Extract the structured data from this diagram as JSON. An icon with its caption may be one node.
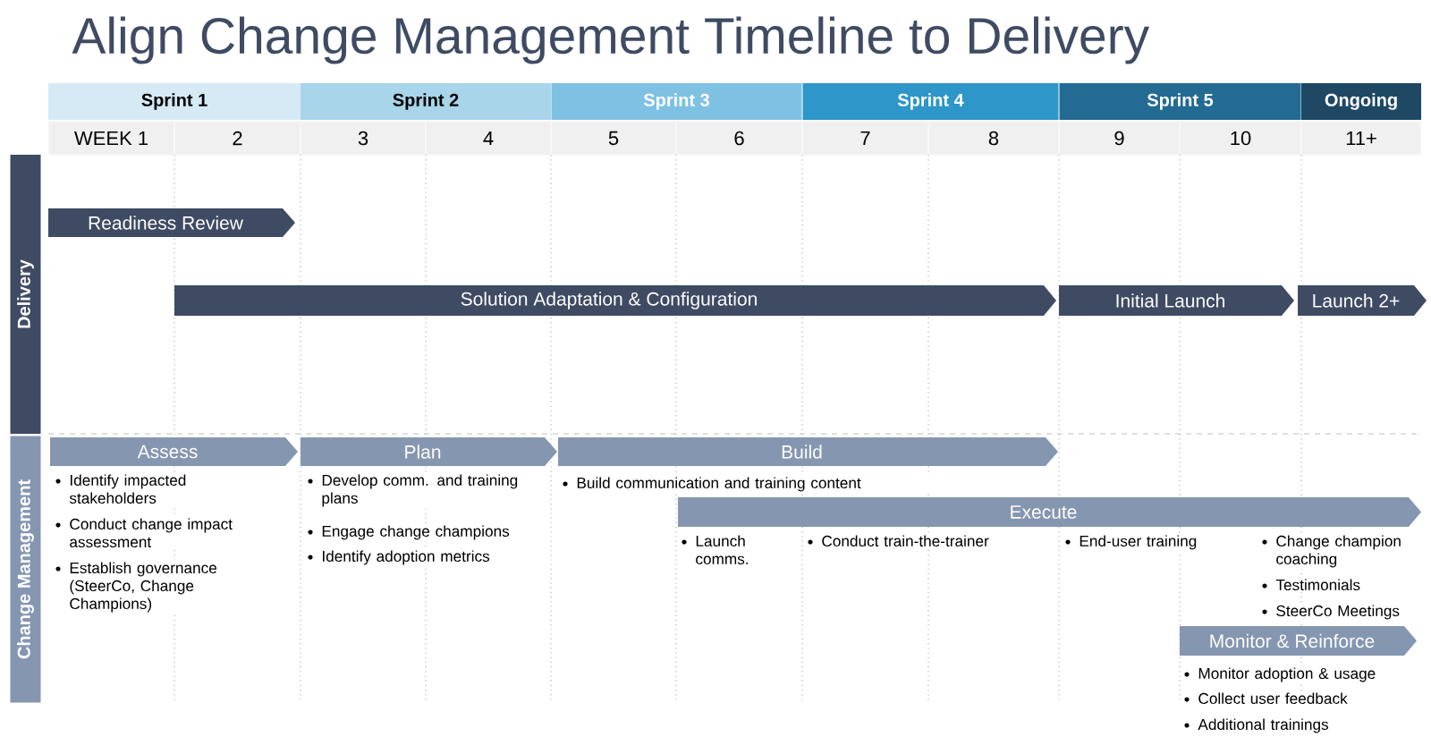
{
  "diagram": {
    "title": "Align Change Management Timeline to Delivery",
    "nodes": [
      {
        "text": [
          "Sprint 1"
        ]
      },
      {
        "text": [
          "Sprint 2"
        ]
      },
      {
        "text": [
          "Sprint 3"
        ]
      },
      {
        "text": [
          "Sprint 4"
        ]
      },
      {
        "text": [
          "Sprint 5"
        ]
      },
      {
        "text": [
          "Ongoing"
        ]
      },
      {
        "text": [
          "WEEK 1"
        ]
      },
      {
        "text": [
          "2"
        ]
      },
      {
        "text": [
          "3"
        ]
      },
      {
        "text": [
          "4"
        ]
      },
      {
        "text": [
          "5"
        ]
      },
      {
        "text": [
          "6"
        ]
      },
      {
        "text": [
          "7"
        ]
      },
      {
        "text": [
          "8"
        ]
      },
      {
        "text": [
          "9"
        ]
      },
      {
        "text": [
          "10"
        ]
      },
      {
        "text": [
          "11+"
        ]
      },
      {
        "text": [
          "Delivery"
        ]
      },
      {
        "text": [
          "Change Management"
        ]
      },
      {
        "text": [
          "Readiness Review"
        ]
      },
      {
        "text": [
          "Solution Adaptation & Configuration"
        ]
      },
      {
        "text": [
          "Initial Launch"
        ]
      },
      {
        "text": [
          "Launch 2+"
        ]
      },
      {
        "text": [
          "Assess"
        ],
        "beside": [
          "Identify impacted stakeholders",
          "Conduct change impact assessment",
          "Establish governance (SteerCo, Change Champions)"
        ]
      },
      {
        "text": [
          "Plan"
        ],
        "beside": [
          "Develop comm. and training plans",
          "Engage change champions",
          "Identify adoption metrics"
        ]
      },
      {
        "text": [
          "Build"
        ],
        "beside": [
          "Build communication and training content"
        ]
      },
      {
        "text": [
          "Execute"
        ],
        "beside": [
          "Launch comms.",
          "Conduct train-the-trainer",
          "End-user training",
          "Change champion coaching",
          "Testimonials",
          "SteerCo Meetings"
        ]
      },
      {
        "text": [
          "Monitor & Reinforce"
        ],
        "beside": [
          "Monitor adoption & usage",
          "Collect user feedback",
          "Additional trainings"
        ]
      }
    ]
  }
}
